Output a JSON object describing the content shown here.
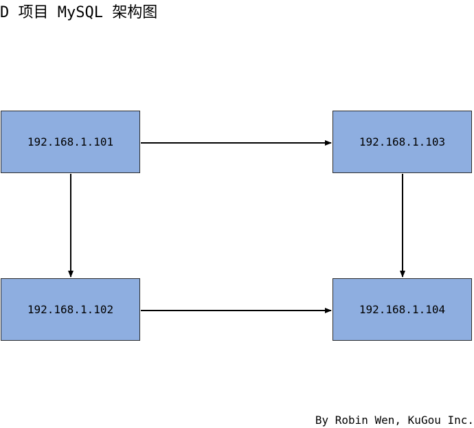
{
  "diagram": {
    "title": "D 项目 MySQL 架构图",
    "nodes": [
      {
        "id": "n101",
        "label": "192.168.1.101"
      },
      {
        "id": "n102",
        "label": "192.168.1.102"
      },
      {
        "id": "n103",
        "label": "192.168.1.103"
      },
      {
        "id": "n104",
        "label": "192.168.1.104"
      }
    ],
    "edges": [
      {
        "from": "192.168.1.101",
        "to": "192.168.1.103"
      },
      {
        "from": "192.168.1.101",
        "to": "192.168.1.102"
      },
      {
        "from": "192.168.1.103",
        "to": "192.168.1.104"
      },
      {
        "from": "192.168.1.102",
        "to": "192.168.1.104"
      }
    ],
    "credit": "By Robin Wen, KuGou Inc.",
    "colors": {
      "node_fill": "#8eaee0",
      "node_border": "#2b2b2b",
      "edge": "#000000",
      "background": "#ffffff"
    }
  }
}
